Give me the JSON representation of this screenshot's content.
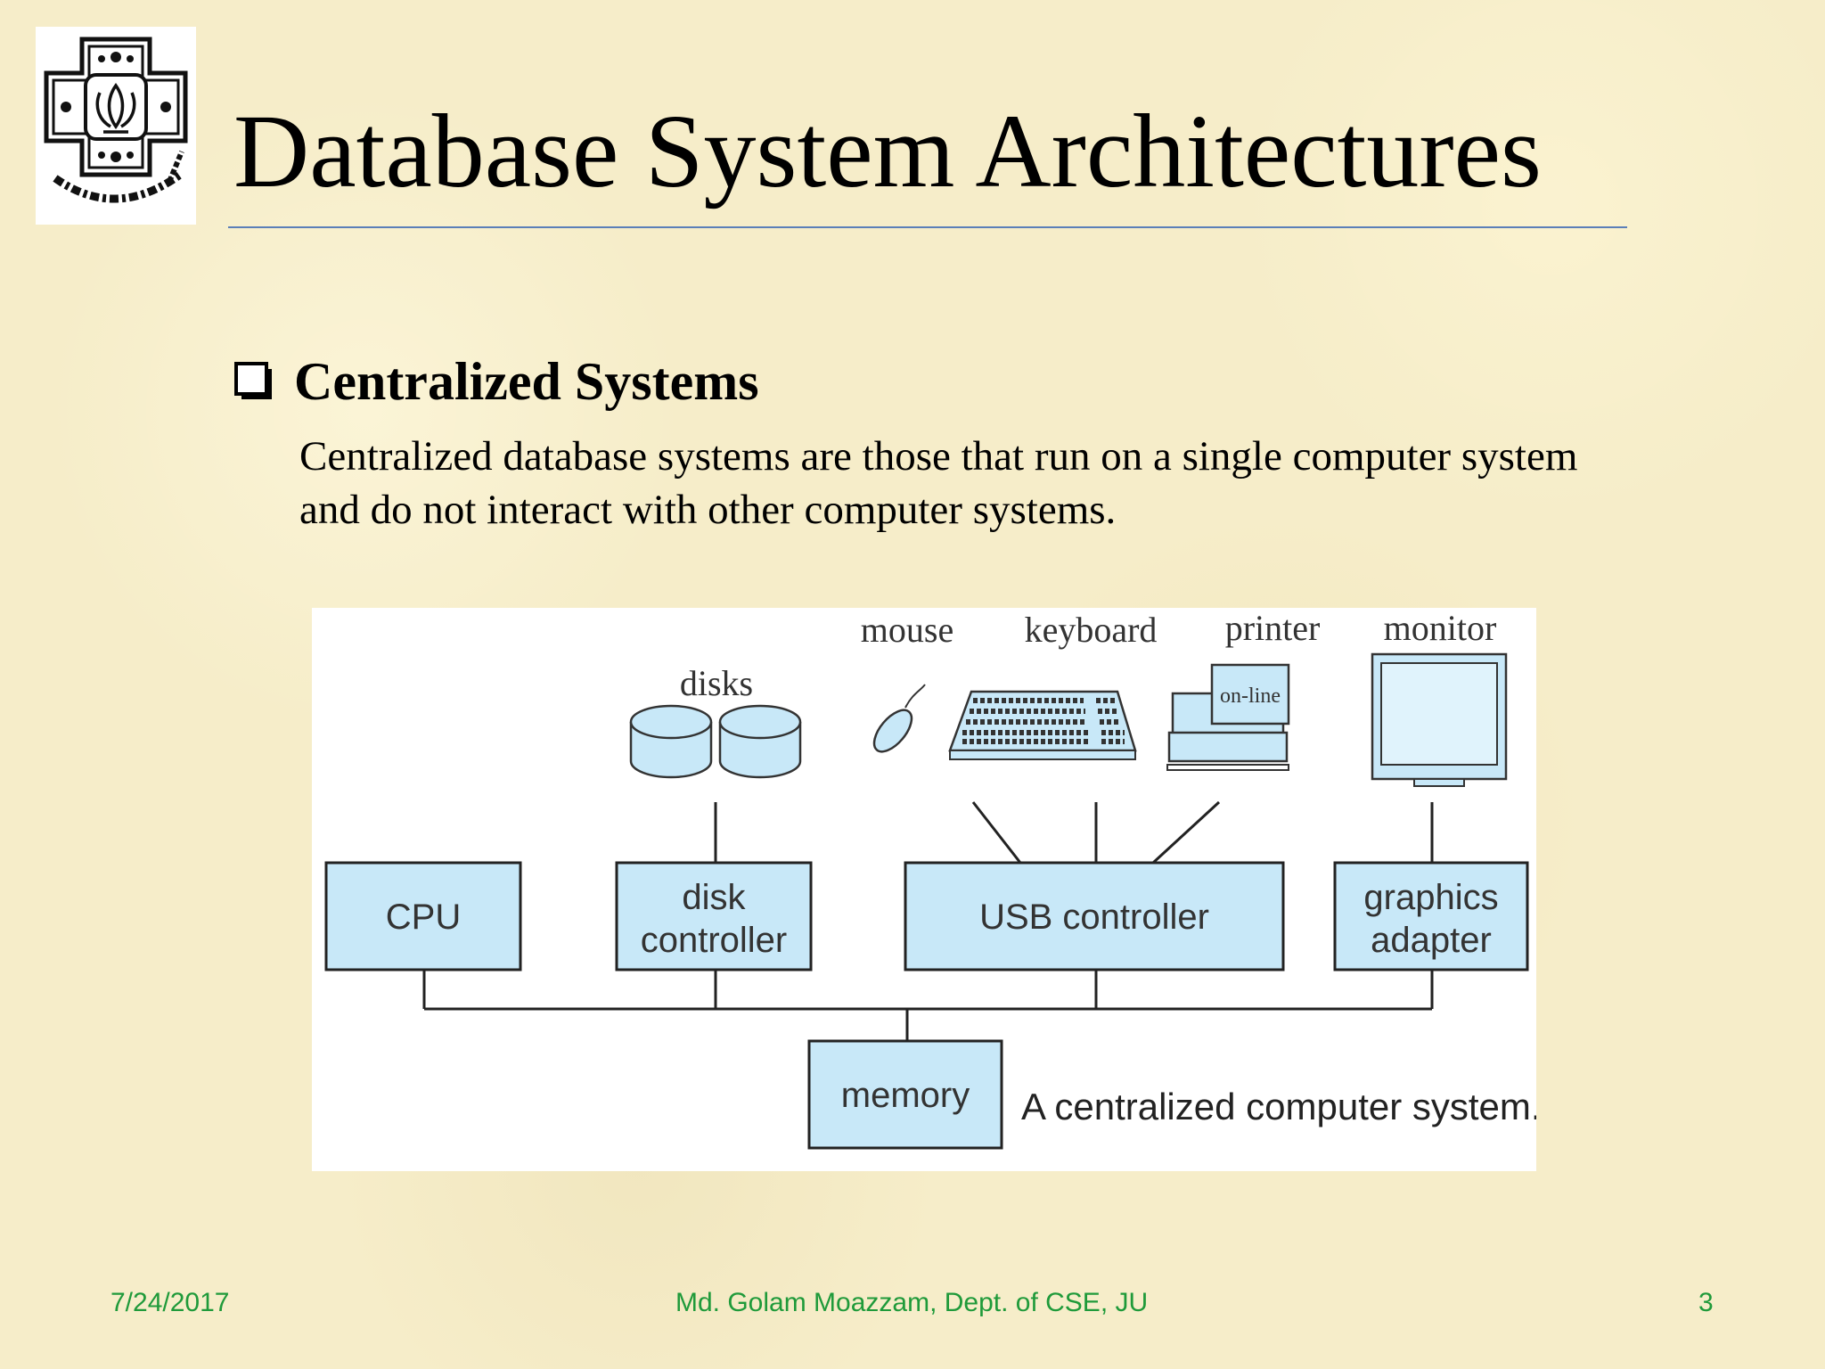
{
  "slide": {
    "title": "Database System Architectures",
    "section_heading": "Centralized Systems",
    "section_body": "Centralized database systems are those that run on a single computer system and do not interact with other computer systems."
  },
  "logo": {
    "icon": "university-seal-icon"
  },
  "diagram": {
    "device_labels": {
      "disks": "disks",
      "mouse": "mouse",
      "keyboard": "keyboard",
      "printer": "printer",
      "printer_panel": "on-line",
      "monitor": "monitor"
    },
    "components": {
      "cpu": "CPU",
      "disk_controller": [
        "disk",
        "controller"
      ],
      "usb_controller": "USB controller",
      "graphics_adapter": [
        "graphics",
        "adapter"
      ],
      "memory": "memory"
    },
    "caption": "A centralized computer system.",
    "colors": {
      "box_fill": "#c8e8f8",
      "line": "#222222",
      "background": "#ffffff"
    }
  },
  "footer": {
    "date": "7/24/2017",
    "author": "Md. Golam Moazzam, Dept. of CSE, JU",
    "page": "3",
    "color": "#1f9a3a"
  },
  "theme": {
    "background": "#f6edc9",
    "title_rule": "#5b7fb8"
  }
}
